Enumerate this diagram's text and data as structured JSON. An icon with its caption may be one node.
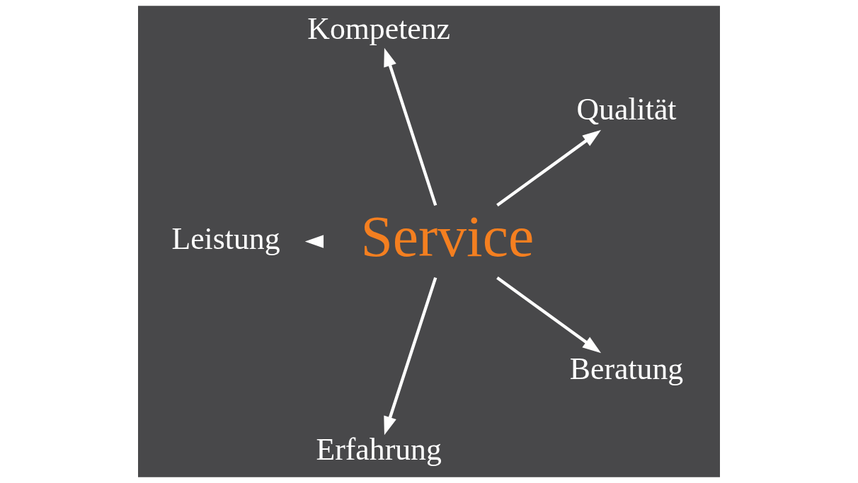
{
  "diagram": {
    "nodes": [
      {
        "text": [
          "Service"
        ]
      },
      {
        "text": [
          "Qualität"
        ]
      },
      {
        "text": [
          "Kompetenz"
        ]
      },
      {
        "text": [
          "Leistung"
        ]
      },
      {
        "text": [
          "Erfahrung"
        ]
      },
      {
        "text": [
          "Beratung"
        ]
      }
    ],
    "edges": [
      {
        "from": 0,
        "to": 1,
        "arrow": "to"
      },
      {
        "from": 0,
        "to": 2,
        "arrow": "to"
      },
      {
        "from": 0,
        "to": 3,
        "arrow": "to"
      },
      {
        "from": 0,
        "to": 4,
        "arrow": "to"
      },
      {
        "from": 0,
        "to": 5,
        "arrow": "to"
      }
    ]
  }
}
